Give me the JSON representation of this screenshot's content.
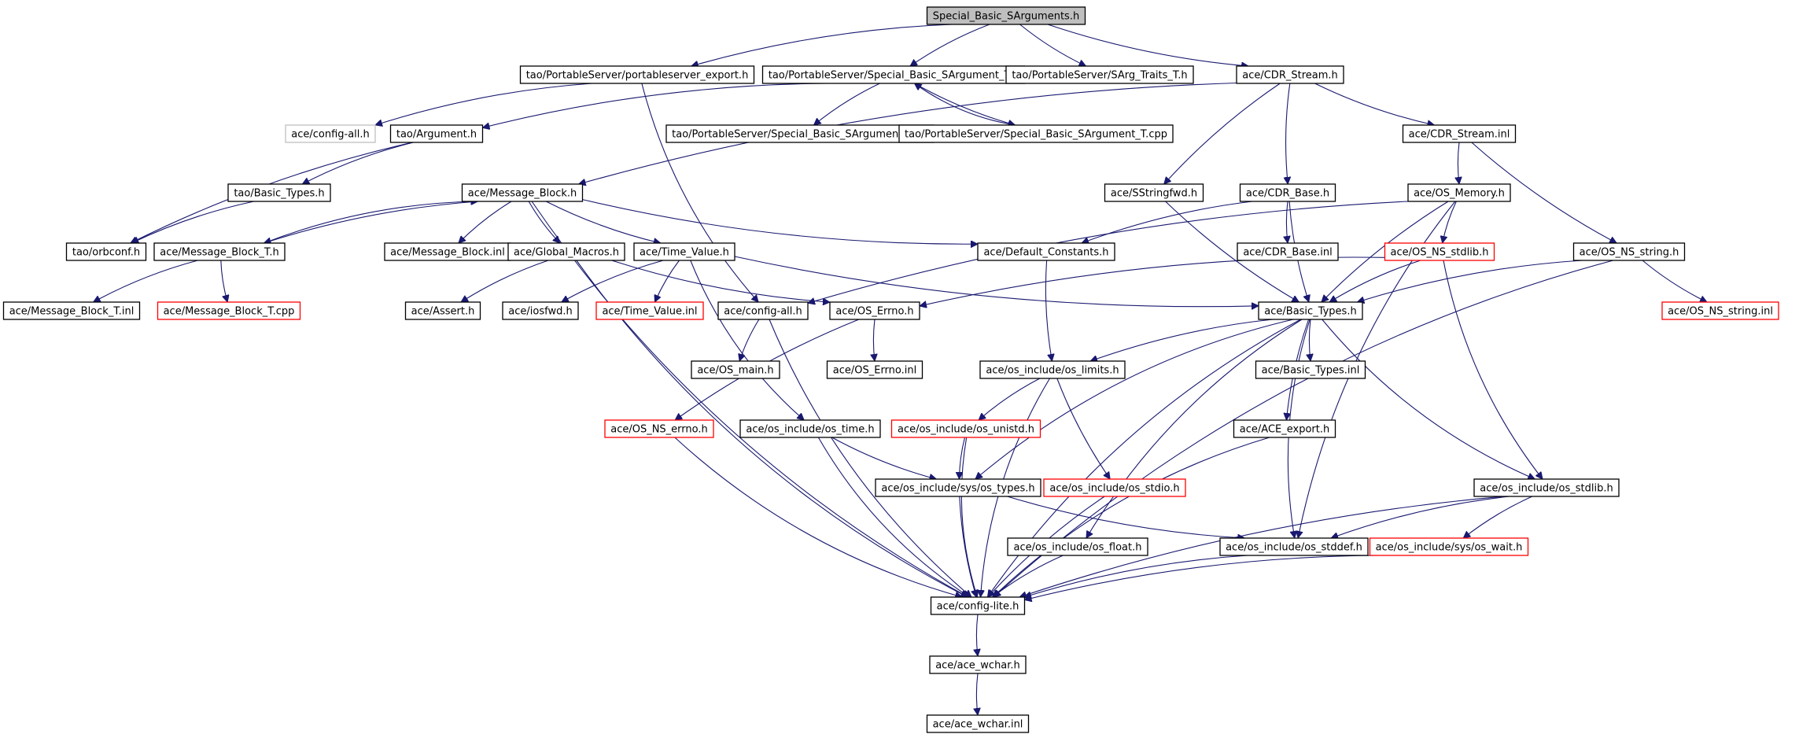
{
  "title": "Special_Basic_SArguments.h",
  "colors": {
    "edge": "#191970",
    "node_border": "#000000",
    "truncated_border": "#ff0000",
    "external_border": "#bfbfbf",
    "root_fill": "#bfbfbf"
  },
  "nodes": [
    {
      "id": "root",
      "label": "Special_Basic_SArguments.h",
      "kind": "root"
    },
    {
      "id": "pse",
      "label": "tao/PortableServer/portableserver_export.h",
      "kind": "normal"
    },
    {
      "id": "sbst",
      "label": "tao/PortableServer/Special_Basic_SArgument_T.h",
      "kind": "normal"
    },
    {
      "id": "sargt",
      "label": "tao/PortableServer/SArg_Traits_T.h",
      "kind": "normal"
    },
    {
      "id": "cdrs",
      "label": "ace/CDR_Stream.h",
      "kind": "normal"
    },
    {
      "id": "cfgext",
      "label": "ace/config-all.h",
      "kind": "external"
    },
    {
      "id": "targ",
      "label": "tao/Argument.h",
      "kind": "normal"
    },
    {
      "id": "sbstinl",
      "label": "tao/PortableServer/Special_Basic_SArgument_T.inl",
      "kind": "normal"
    },
    {
      "id": "sbstcpp",
      "label": "tao/PortableServer/Special_Basic_SArgument_T.cpp",
      "kind": "normal"
    },
    {
      "id": "cdrsinl",
      "label": "ace/CDR_Stream.inl",
      "kind": "normal"
    },
    {
      "id": "tbt",
      "label": "tao/Basic_Types.h",
      "kind": "normal"
    },
    {
      "id": "mb",
      "label": "ace/Message_Block.h",
      "kind": "normal"
    },
    {
      "id": "ssfwd",
      "label": "ace/SStringfwd.h",
      "kind": "normal"
    },
    {
      "id": "cdrb",
      "label": "ace/CDR_Base.h",
      "kind": "normal"
    },
    {
      "id": "osmem",
      "label": "ace/OS_Memory.h",
      "kind": "normal"
    },
    {
      "id": "orbconf",
      "label": "tao/orbconf.h",
      "kind": "normal"
    },
    {
      "id": "mbt",
      "label": "ace/Message_Block_T.h",
      "kind": "normal"
    },
    {
      "id": "mbinl",
      "label": "ace/Message_Block.inl",
      "kind": "normal"
    },
    {
      "id": "gm",
      "label": "ace/Global_Macros.h",
      "kind": "normal"
    },
    {
      "id": "tv",
      "label": "ace/Time_Value.h",
      "kind": "normal"
    },
    {
      "id": "dc",
      "label": "ace/Default_Constants.h",
      "kind": "normal"
    },
    {
      "id": "cdrbinl",
      "label": "ace/CDR_Base.inl",
      "kind": "normal"
    },
    {
      "id": "osnsstdlib",
      "label": "ace/OS_NS_stdlib.h",
      "kind": "truncated"
    },
    {
      "id": "osnsstring",
      "label": "ace/OS_NS_string.h",
      "kind": "normal"
    },
    {
      "id": "mbtinl",
      "label": "ace/Message_Block_T.inl",
      "kind": "normal"
    },
    {
      "id": "mbtcpp",
      "label": "ace/Message_Block_T.cpp",
      "kind": "truncated"
    },
    {
      "id": "assert",
      "label": "ace/Assert.h",
      "kind": "normal"
    },
    {
      "id": "iosfwd",
      "label": "ace/iosfwd.h",
      "kind": "normal"
    },
    {
      "id": "tvinl",
      "label": "ace/Time_Value.inl",
      "kind": "truncated"
    },
    {
      "id": "cfgall",
      "label": "ace/config-all.h",
      "kind": "normal"
    },
    {
      "id": "oserrno",
      "label": "ace/OS_Errno.h",
      "kind": "normal"
    },
    {
      "id": "abt",
      "label": "ace/Basic_Types.h",
      "kind": "normal"
    },
    {
      "id": "osnsstringinl",
      "label": "ace/OS_NS_string.inl",
      "kind": "truncated"
    },
    {
      "id": "osmain",
      "label": "ace/OS_main.h",
      "kind": "normal"
    },
    {
      "id": "oserrnoinl",
      "label": "ace/OS_Errno.inl",
      "kind": "normal"
    },
    {
      "id": "limits",
      "label": "ace/os_include/os_limits.h",
      "kind": "normal"
    },
    {
      "id": "abtinl",
      "label": "ace/Basic_Types.inl",
      "kind": "normal"
    },
    {
      "id": "osnserrno",
      "label": "ace/OS_NS_errno.h",
      "kind": "truncated"
    },
    {
      "id": "ostime",
      "label": "ace/os_include/os_time.h",
      "kind": "normal"
    },
    {
      "id": "unistd",
      "label": "ace/os_include/os_unistd.h",
      "kind": "truncated"
    },
    {
      "id": "aceexp",
      "label": "ace/ACE_export.h",
      "kind": "normal"
    },
    {
      "id": "systypes",
      "label": "ace/os_include/sys/os_types.h",
      "kind": "normal"
    },
    {
      "id": "stdio",
      "label": "ace/os_include/os_stdio.h",
      "kind": "truncated"
    },
    {
      "id": "osstdlib",
      "label": "ace/os_include/os_stdlib.h",
      "kind": "normal"
    },
    {
      "id": "float",
      "label": "ace/os_include/os_float.h",
      "kind": "normal"
    },
    {
      "id": "stddef",
      "label": "ace/os_include/os_stddef.h",
      "kind": "normal"
    },
    {
      "id": "oswait",
      "label": "ace/os_include/sys/os_wait.h",
      "kind": "truncated"
    },
    {
      "id": "cfglite",
      "label": "ace/config-lite.h",
      "kind": "normal"
    },
    {
      "id": "wchar",
      "label": "ace/ace_wchar.h",
      "kind": "normal"
    },
    {
      "id": "wcharinl",
      "label": "ace/ace_wchar.inl",
      "kind": "normal"
    }
  ],
  "edges": [
    [
      "root",
      "pse"
    ],
    [
      "root",
      "sbst"
    ],
    [
      "root",
      "sargt"
    ],
    [
      "root",
      "cdrs"
    ],
    [
      "pse",
      "cfgext"
    ],
    [
      "pse",
      "cfgall"
    ],
    [
      "sbst",
      "targ"
    ],
    [
      "sbst",
      "sbstinl"
    ],
    [
      "sbst",
      "sbstcpp"
    ],
    [
      "sbstcpp",
      "sbst"
    ],
    [
      "cdrs",
      "mb"
    ],
    [
      "cdrs",
      "ssfwd"
    ],
    [
      "cdrs",
      "cdrb"
    ],
    [
      "cdrs",
      "cdrsinl"
    ],
    [
      "targ",
      "tbt"
    ],
    [
      "targ",
      "orbconf"
    ],
    [
      "tbt",
      "orbconf"
    ],
    [
      "cdrsinl",
      "osmem"
    ],
    [
      "cdrsinl",
      "osnsstring"
    ],
    [
      "mb",
      "mbt"
    ],
    [
      "mbt",
      "mb"
    ],
    [
      "mb",
      "mbinl"
    ],
    [
      "mb",
      "gm"
    ],
    [
      "mb",
      "tv"
    ],
    [
      "mb",
      "dc"
    ],
    [
      "mb",
      "cfglite"
    ],
    [
      "mbt",
      "mbtinl"
    ],
    [
      "mbt",
      "mbtcpp"
    ],
    [
      "gm",
      "assert"
    ],
    [
      "gm",
      "oserrno"
    ],
    [
      "gm",
      "cfglite"
    ],
    [
      "tv",
      "iosfwd"
    ],
    [
      "tv",
      "tvinl"
    ],
    [
      "tv",
      "abt"
    ],
    [
      "tv",
      "ostime"
    ],
    [
      "dc",
      "limits"
    ],
    [
      "ssfwd",
      "abt"
    ],
    [
      "cdrb",
      "dc"
    ],
    [
      "cdrb",
      "cdrbinl"
    ],
    [
      "cdrb",
      "abt"
    ],
    [
      "osmem",
      "osnsstdlib"
    ],
    [
      "osmem",
      "abt"
    ],
    [
      "osmem",
      "cfgall"
    ],
    [
      "osmem",
      "stddef"
    ],
    [
      "osnsstdlib",
      "abt"
    ],
    [
      "osnsstdlib",
      "oserrno"
    ],
    [
      "osnsstdlib",
      "osstdlib"
    ],
    [
      "osnsstring",
      "abt"
    ],
    [
      "osnsstring",
      "osnsstringinl"
    ],
    [
      "osnsstring",
      "cfglite"
    ],
    [
      "cfgall",
      "osmain"
    ],
    [
      "cfgall",
      "cfglite"
    ],
    [
      "oserrno",
      "oserrnoinl"
    ],
    [
      "oserrno",
      "osnserrno"
    ],
    [
      "abt",
      "limits"
    ],
    [
      "abt",
      "abtinl"
    ],
    [
      "abt",
      "aceexp"
    ],
    [
      "abt",
      "systypes"
    ],
    [
      "abt",
      "float"
    ],
    [
      "abt",
      "stddef"
    ],
    [
      "abt",
      "osstdlib"
    ],
    [
      "abt",
      "cfglite"
    ],
    [
      "limits",
      "unistd"
    ],
    [
      "limits",
      "stdio"
    ],
    [
      "limits",
      "cfglite"
    ],
    [
      "osnserrno",
      "cfglite"
    ],
    [
      "ostime",
      "systypes"
    ],
    [
      "ostime",
      "cfglite"
    ],
    [
      "unistd",
      "systypes"
    ],
    [
      "unistd",
      "cfglite"
    ],
    [
      "aceexp",
      "cfglite"
    ],
    [
      "systypes",
      "stddef"
    ],
    [
      "systypes",
      "cfglite"
    ],
    [
      "stdio",
      "cfglite"
    ],
    [
      "osstdlib",
      "oswait"
    ],
    [
      "osstdlib",
      "stddef"
    ],
    [
      "osstdlib",
      "cfglite"
    ],
    [
      "float",
      "cfglite"
    ],
    [
      "stddef",
      "cfglite"
    ],
    [
      "oswait",
      "cfglite"
    ],
    [
      "cfglite",
      "wchar"
    ],
    [
      "wchar",
      "wcharinl"
    ]
  ]
}
